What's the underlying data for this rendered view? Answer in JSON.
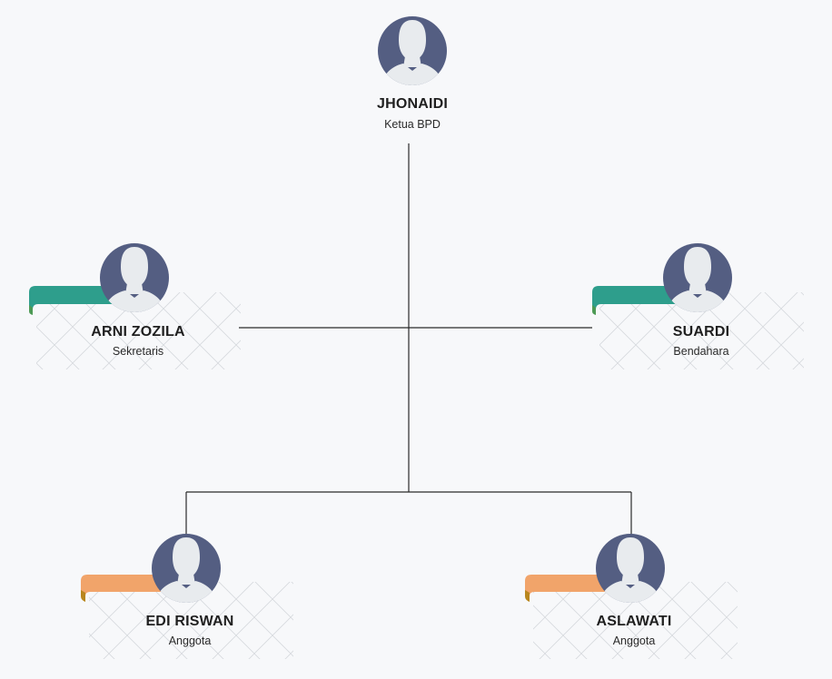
{
  "colors": {
    "avatar_bg": "#545e82",
    "avatar_fg": "#e8ebee",
    "ribbon_sekretaris": "#2e9e8c",
    "ribbon_sekretaris_fold": "#4d9a55",
    "ribbon_anggota": "#f1a46a",
    "ribbon_anggota_fold": "#b8861e",
    "lines": "#2b2b2b",
    "background": "#f7f8fa"
  },
  "icons": {
    "avatar": "person-silhouette-icon"
  },
  "members": [
    {
      "id": "ketua",
      "name": "JHONAIDI",
      "role": "Ketua BPD"
    },
    {
      "id": "sekretaris",
      "name": "ARNI ZOZILA",
      "role": "Sekretaris"
    },
    {
      "id": "bendahara",
      "name": "SUARDI",
      "role": "Bendahara"
    },
    {
      "id": "anggota-1",
      "name": "EDI RISWAN",
      "role": "Anggota"
    },
    {
      "id": "anggota-2",
      "name": "ASLAWATI",
      "role": "Anggota"
    }
  ]
}
